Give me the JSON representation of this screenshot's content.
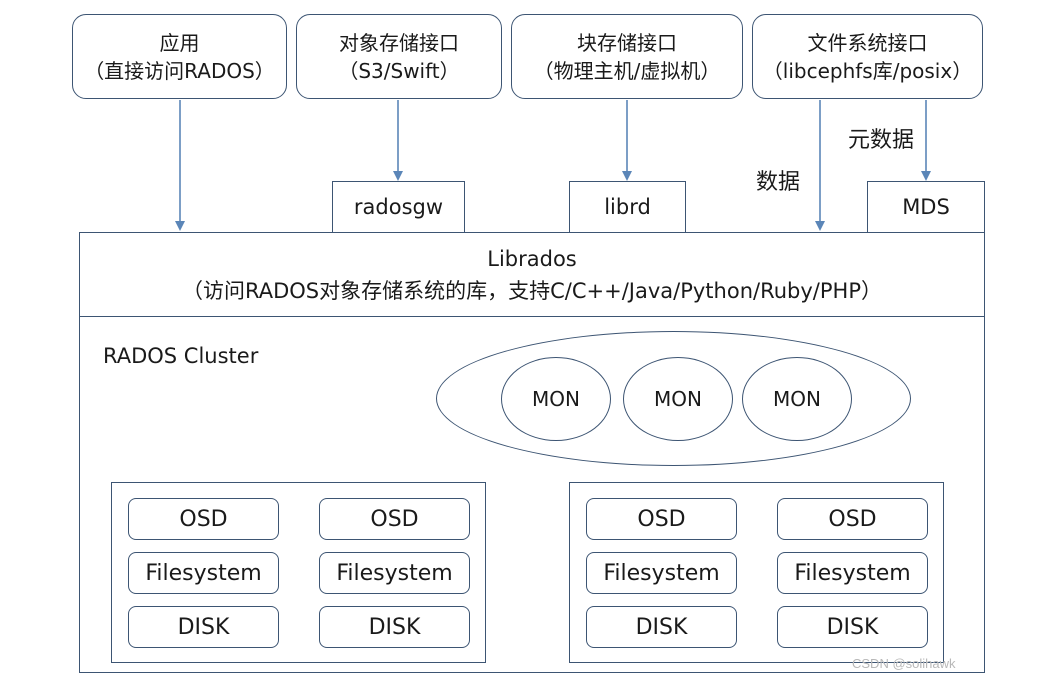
{
  "interfaces": [
    {
      "title": "应用",
      "subtitle": "（直接访问RADOS）"
    },
    {
      "title": "对象存储接口",
      "subtitle": "（S3/Swift）"
    },
    {
      "title": "块存储接口",
      "subtitle": "（物理主机/虚拟机）"
    },
    {
      "title": "文件系统接口",
      "subtitle": "（libcephfs库/posix）"
    }
  ],
  "gateways": {
    "radosgw": "radosgw",
    "librd": "librd",
    "mds": "MDS"
  },
  "edge_labels": {
    "metadata": "元数据",
    "data": "数据"
  },
  "librados": {
    "title": "Librados",
    "subtitle": "（访问RADOS对象存储系统的库，支持C/C++/Java/Python/Ruby/PHP）"
  },
  "cluster": {
    "title": "RADOS Cluster",
    "monitors": [
      "MON",
      "MON",
      "MON"
    ],
    "nodes": [
      {
        "units": [
          {
            "osd": "OSD",
            "fs": "Filesystem",
            "disk": "DISK"
          },
          {
            "osd": "OSD",
            "fs": "Filesystem",
            "disk": "DISK"
          }
        ]
      },
      {
        "units": [
          {
            "osd": "OSD",
            "fs": "Filesystem",
            "disk": "DISK"
          },
          {
            "osd": "OSD",
            "fs": "Filesystem",
            "disk": "DISK"
          }
        ]
      }
    ]
  },
  "watermark": "CSDN @solihawk",
  "colors": {
    "stroke": "#3d5573",
    "arrow": "#5b86b8"
  }
}
